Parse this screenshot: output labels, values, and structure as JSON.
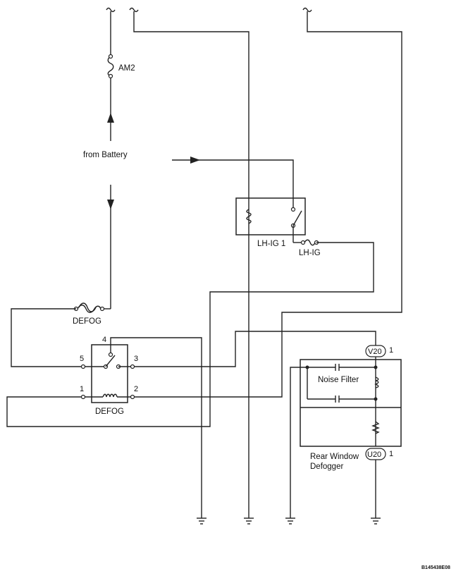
{
  "labels": {
    "am2": "AM2",
    "from_battery": "from Battery",
    "relay": "LH-IG 1",
    "lh_ig_fuse": "LH-IG",
    "defog_fuse": "DEFOG",
    "defog_switch": "DEFOG",
    "noise_filter": "Noise Filter",
    "rear_window_line1": "Rear Window",
    "rear_window_line2": "Defogger",
    "connector_v20": "V20",
    "connector_u20": "U20",
    "v20_pin": "1",
    "u20_pin": "1",
    "switch_pin_4": "4",
    "switch_pin_5": "5",
    "switch_pin_3": "3",
    "switch_pin_1": "1",
    "switch_pin_2": "2",
    "figure_code": "B145438E08"
  },
  "colors": {
    "line": "#222222",
    "background": "#ffffff"
  }
}
